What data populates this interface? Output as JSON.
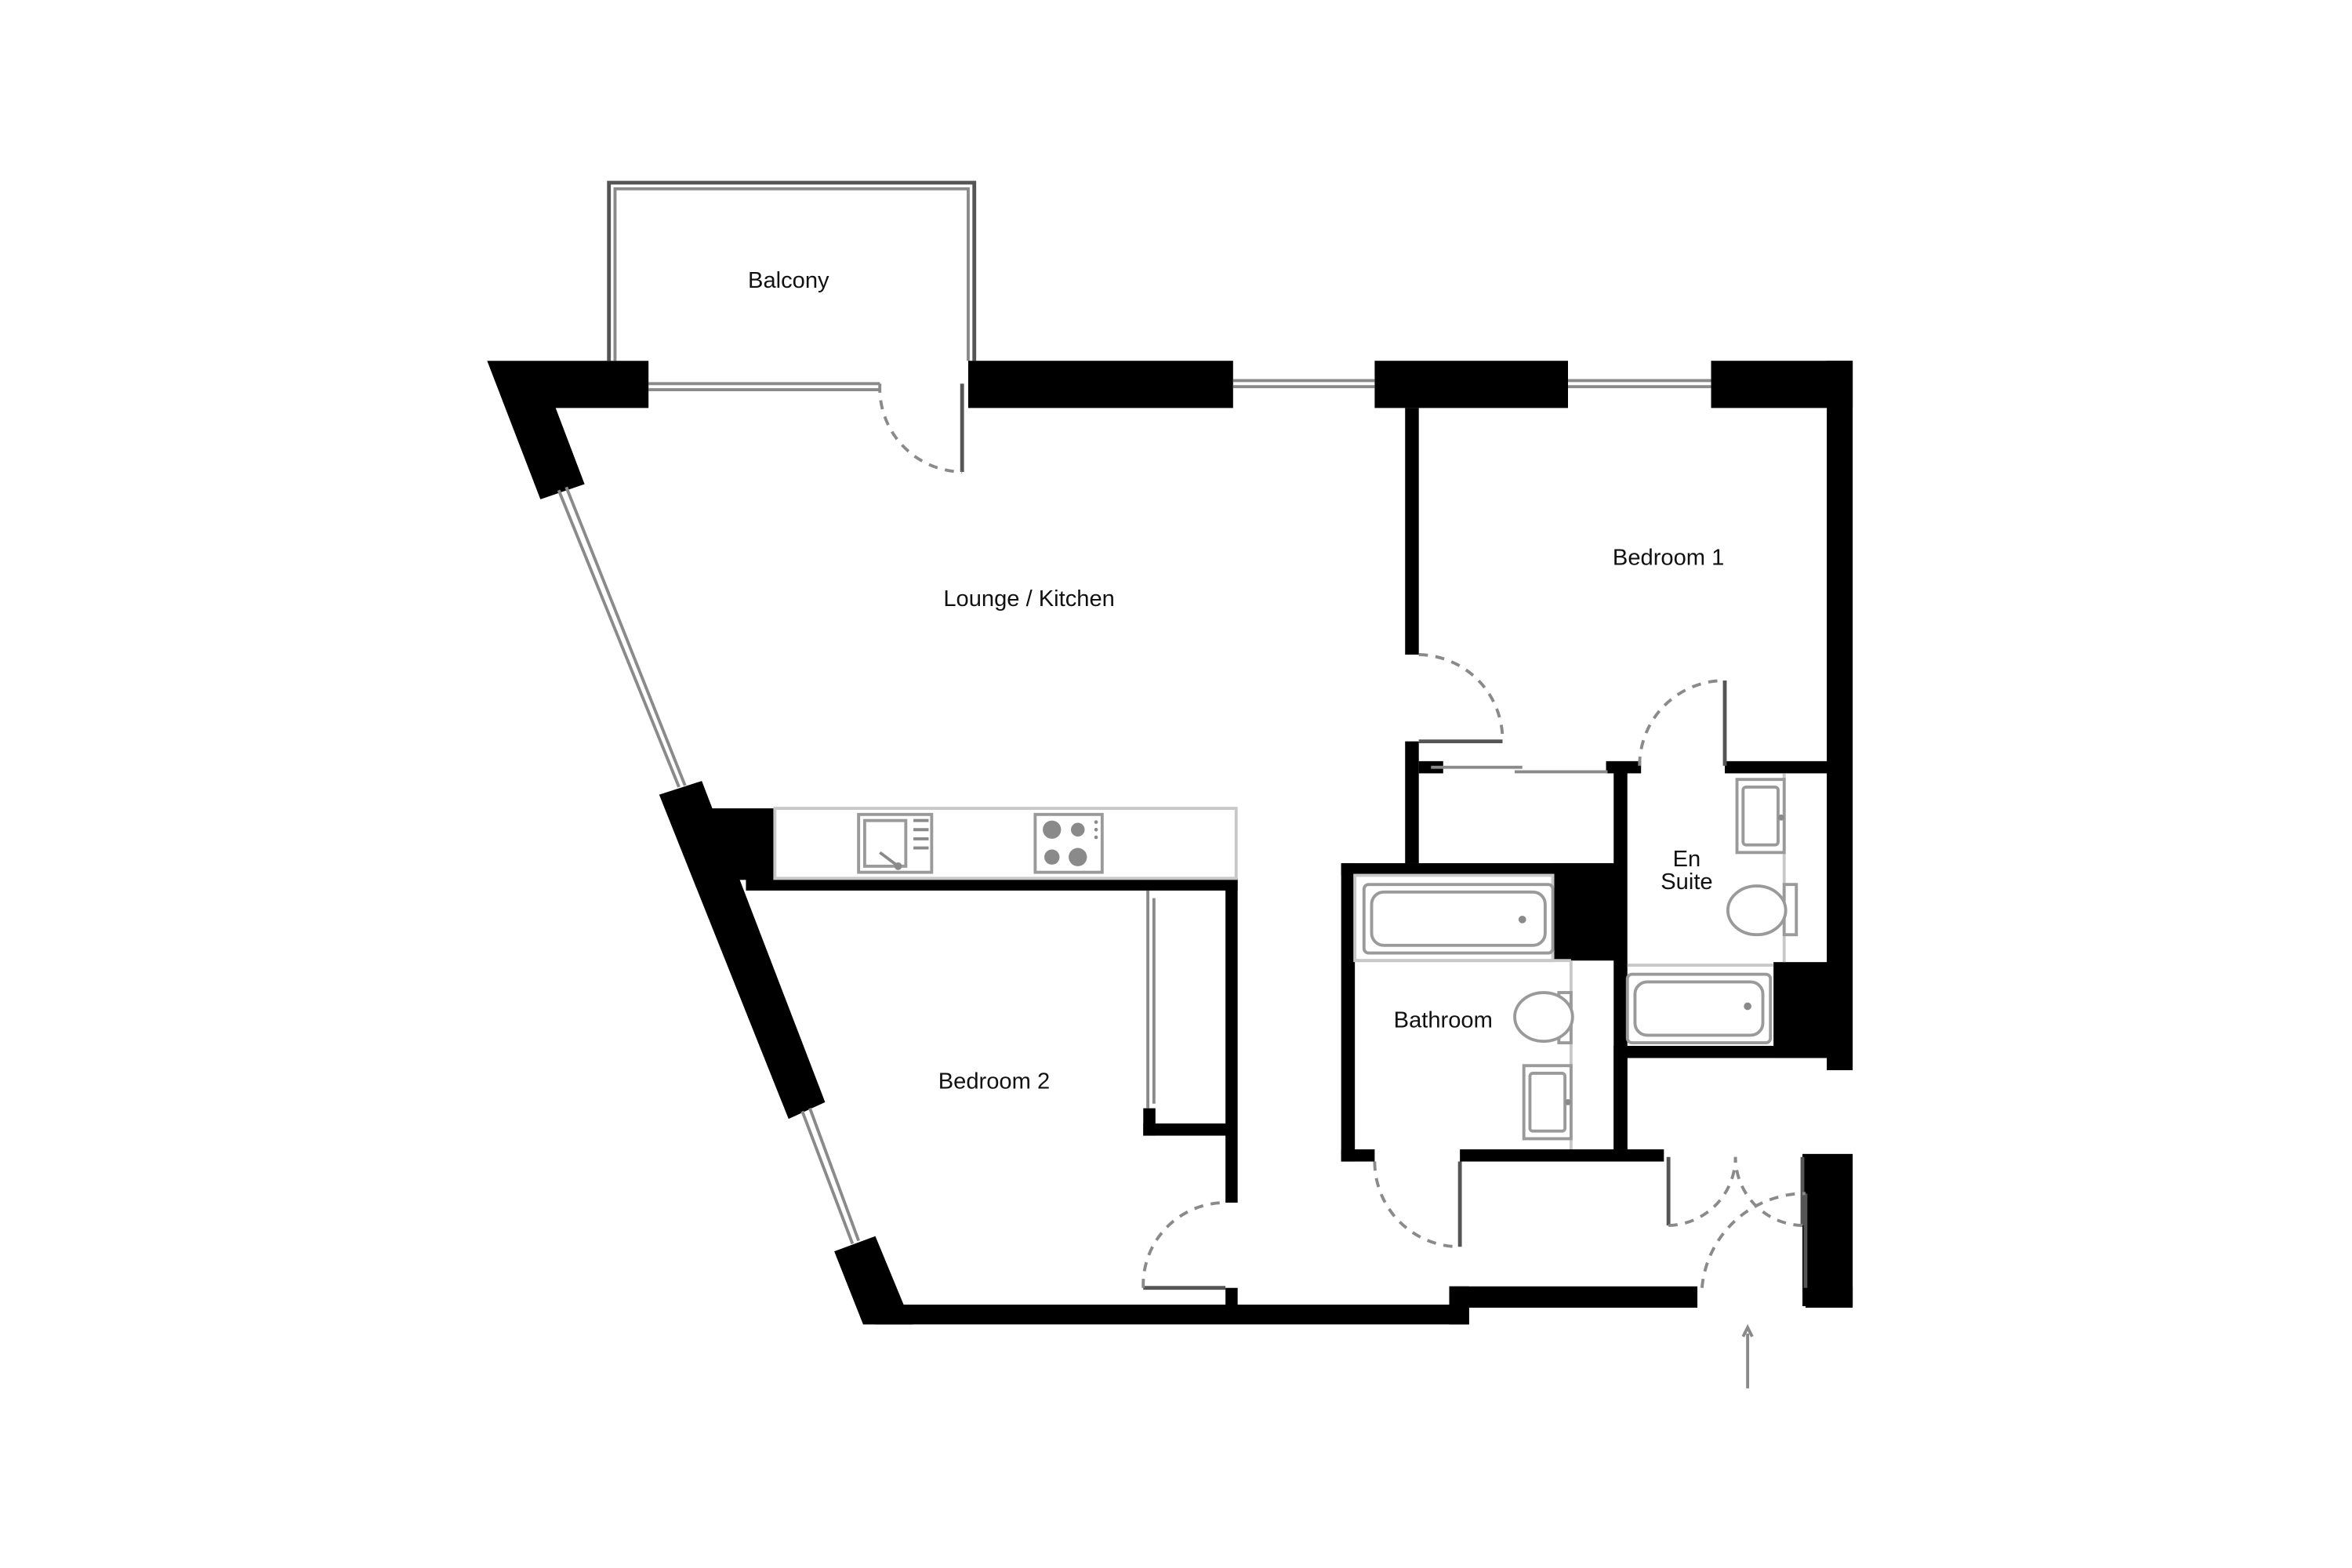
{
  "rooms": {
    "balcony": "Balcony",
    "lounge_kitchen": "Lounge / Kitchen",
    "bedroom_1": "Bedroom 1",
    "bedroom_2": "Bedroom 2",
    "en_suite_line1": "En",
    "en_suite_line2": "Suite",
    "bathroom": "Bathroom"
  },
  "colors": {
    "wall": "#000000",
    "line": "#8a8a8a",
    "background": "#ffffff"
  },
  "icons": {
    "entrance": "arrow-up-icon",
    "hob": "hob-icon",
    "sink": "sink-icon",
    "toilet": "toilet-icon",
    "bath": "bath-icon"
  }
}
